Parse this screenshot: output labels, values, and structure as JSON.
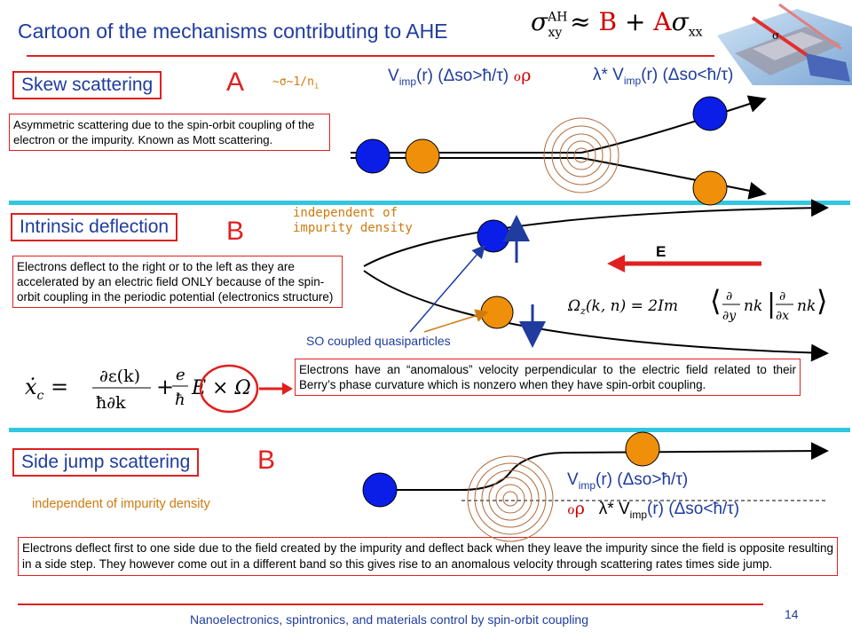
{
  "header": {
    "title": "Cartoon of the mechanisms contributing to AHE",
    "formula_lhs": "σ",
    "formula_sup": "AH",
    "formula_sub": "xy",
    "formula_approx": "≈",
    "formula_b": "B",
    "formula_plus": "+",
    "formula_a": "A",
    "formula_sigma": "σ",
    "formula_sigma_sub": "xx"
  },
  "skew": {
    "label": "Skew scattering",
    "letter": "A",
    "scaling": "~σ~1/n",
    "scaling_sub": "i",
    "eq_left_v": "V",
    "eq_left_sub": "imp",
    "eq_left_rest": "(r) (Δso>ħ/τ)",
    "eq_left_sym": "ℴρ",
    "eq_right_prefix": "λ* V",
    "eq_right_sub": "imp",
    "eq_right_rest": "(r)  (Δso<ħ/τ)",
    "description": "Asymmetric scattering due to the spin-orbit coupling of the electron or the impurity. Known as Mott scattering."
  },
  "intrinsic": {
    "label": "Intrinsic deflection",
    "letter": "B",
    "note": "independent of impurity density",
    "description": "Electrons deflect to the right or to the left as they are accelerated by an electric field ONLY because of the spin-orbit coupling in the periodic potential (electronics structure)",
    "field_label": "E",
    "so_label": "SO coupled quasiparticles",
    "berry_formula": "Ω_z(k,n) = 2Im⟨∂/∂y nk | ∂/∂x nk⟩",
    "velocity_formula": "ẋ_c = ∂ε(k)/ħ∂k + (e/ħ) E × Ω",
    "anomalous_desc": "Electrons have an “anomalous” velocity perpendicular to the electric field related to their Berry’s phase curvature which is nonzero when they have spin-orbit coupling."
  },
  "sidejump": {
    "label": "Side jump scattering",
    "letter": "B",
    "note": "independent of impurity density",
    "eq1_v": "V",
    "eq1_sub": "imp",
    "eq1_rest": "(r) (Δso>ħ/τ)",
    "eq2_sym": "ℴρ",
    "eq2_prefix": "λ* V",
    "eq2_sub": "imp",
    "eq2_rest": "(r)  (Δso<ħ/τ)",
    "description": "Electrons deflect first to one side due to the field created by the impurity and deflect back when they leave the impurity since the field is opposite resulting in a side step. They however come out in a different band so this gives rise to an anomalous velocity through scattering rates times side jump."
  },
  "footer": {
    "text": "Nanoelectronics, spintronics, and materials control by spin-orbit coupling",
    "page": "14"
  },
  "colors": {
    "blue": "#1f3c9e",
    "red": "#e02020",
    "orange": "#d07a10",
    "cyan": "#33c6e0",
    "electron_blue": "#0a1ee8",
    "electron_orange": "#f0900a"
  }
}
